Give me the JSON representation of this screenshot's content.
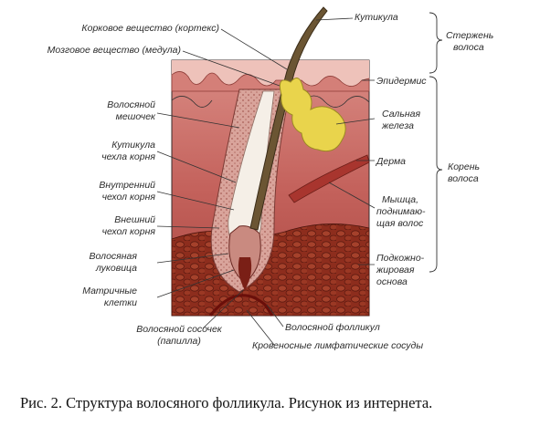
{
  "labels": {
    "cortex": "Корковое вещество (кортекс)",
    "medulla": "Мозговое вещество (медула)",
    "hair_sac": [
      "Волосяной",
      "мешочек"
    ],
    "root_sheath_cuticle": [
      "Кутикула",
      "чехла корня"
    ],
    "inner_root_sheath": [
      "Внутренний",
      "чехол корня"
    ],
    "outer_root_sheath": [
      "Внешний",
      "чехол корня"
    ],
    "hair_bulb": [
      "Волосяная",
      "луковица"
    ],
    "matrix_cells": [
      "Матричные",
      "клетки"
    ],
    "papilla": [
      "Волосяной сосочек",
      "(папилла)"
    ],
    "cuticle": "Кутикула",
    "shaft": [
      "Стержень",
      "волоса"
    ],
    "epidermis": "Эпидермис",
    "sebaceous_gland": [
      "Сальная",
      "железа"
    ],
    "dermis": "Дерма",
    "root": [
      "Корень",
      "волоса"
    ],
    "arrector_muscle": [
      "Мышца,",
      "поднимаю-",
      "щая волос"
    ],
    "subcutaneous": [
      "Подкожно-",
      "жировая",
      "основа"
    ],
    "hair_follicle": "Волосяной фолликул",
    "vessels": "Кровеносные лимфатические сосуды"
  },
  "caption": "Рис. 2. Структура волосяного фолликула. Рисунок из интернета.",
  "colors": {
    "epidermis_top": "#e9b9b1",
    "epidermis_band": "#d98a82",
    "dermis": "#c86a63",
    "dermis_dark": "#9e3c38",
    "fat": "#8f2e1e",
    "fat_dark": "#5e1a10",
    "gland": "#e8d34a",
    "follicle": "#d8a79f",
    "hair_shaft": "#5b4a2e",
    "inner_sheath": "#f4efe8"
  }
}
